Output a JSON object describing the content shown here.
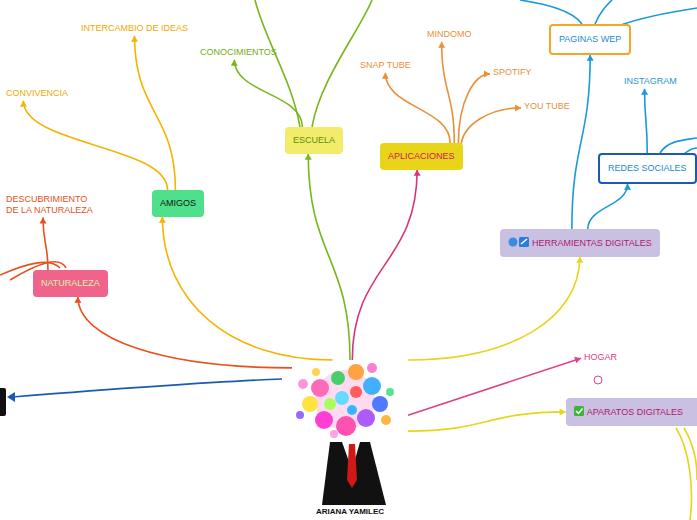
{
  "diagram": {
    "nodes": [
      {
        "text": [
          "ARIANA YAMILEC"
        ]
      },
      {
        "text": [
          "INTERCAMBIO DE IDEAS"
        ]
      },
      {
        "text": [
          "CONVIVENCIA"
        ]
      },
      {
        "text": [
          "AMIGOS"
        ]
      },
      {
        "text": [
          "DESCUBRIMIENTO DE LA NATURALEZA"
        ]
      },
      {
        "text": [
          "NATURALEZA"
        ]
      },
      {
        "text": [
          "CONOCIMIENTOS"
        ]
      },
      {
        "text": [
          "ESCUELA"
        ]
      },
      {
        "text": [
          "MINDOMO"
        ]
      },
      {
        "text": [
          "SNAP TUBE"
        ]
      },
      {
        "text": [
          "SPOTIFY"
        ]
      },
      {
        "text": [
          "YOU TUBE"
        ]
      },
      {
        "text": [
          "APLICACIONES"
        ]
      },
      {
        "text": [
          "PAGINAS WEP"
        ]
      },
      {
        "text": [
          "INSTAGRAM"
        ]
      },
      {
        "text": [
          "REDES SOCIALES"
        ]
      },
      {
        "text": [
          "HERRAMIENTAS DIGITALES"
        ]
      },
      {
        "text": [
          "HOGAR"
        ]
      },
      {
        "text": [
          "APARATOS DIGITALES"
        ]
      }
    ],
    "edges": [
      {
        "from": 0,
        "to": 3,
        "arrow": "to"
      },
      {
        "from": 3,
        "to": 1,
        "arrow": "to"
      },
      {
        "from": 3,
        "to": 2,
        "arrow": "to"
      },
      {
        "from": 0,
        "to": 5,
        "arrow": "to"
      },
      {
        "from": 5,
        "to": 4,
        "arrow": "to"
      },
      {
        "from": 0,
        "to": 7,
        "arrow": "to"
      },
      {
        "from": 7,
        "to": 6,
        "arrow": "to"
      },
      {
        "from": 0,
        "to": 12,
        "arrow": "to"
      },
      {
        "from": 12,
        "to": 8,
        "arrow": "to"
      },
      {
        "from": 12,
        "to": 9,
        "arrow": "to"
      },
      {
        "from": 12,
        "to": 10,
        "arrow": "to"
      },
      {
        "from": 12,
        "to": 11,
        "arrow": "to"
      },
      {
        "from": 0,
        "to": 16,
        "arrow": "to"
      },
      {
        "from": 16,
        "to": 13,
        "arrow": "to"
      },
      {
        "from": 16,
        "to": 15,
        "arrow": "to"
      },
      {
        "from": 15,
        "to": 14,
        "arrow": "to"
      },
      {
        "from": 0,
        "to": 17,
        "arrow": "to"
      },
      {
        "from": 0,
        "to": 18,
        "arrow": "to"
      }
    ]
  }
}
